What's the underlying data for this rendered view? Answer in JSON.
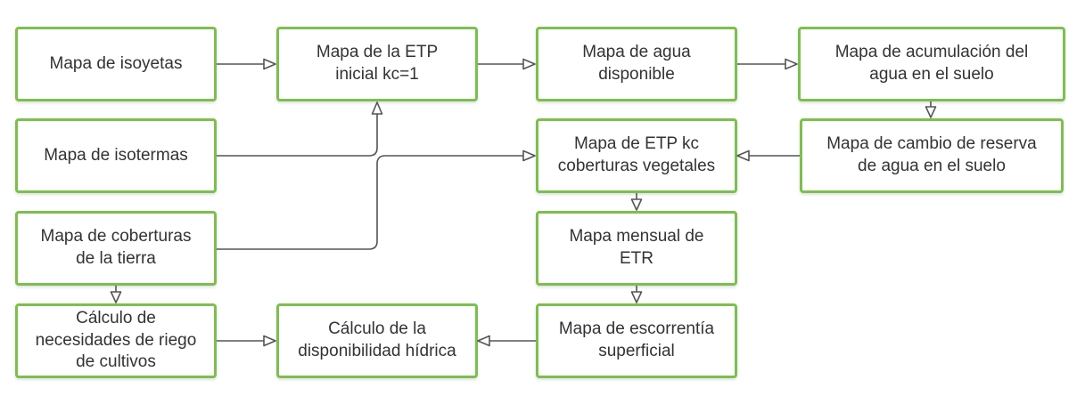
{
  "diagram": {
    "colors": {
      "box_border": "#7cbf4e",
      "connector": "#555555",
      "text": "#333333",
      "background": "#ffffff"
    },
    "nodes": {
      "isoyetas": "Mapa de isoyetas",
      "etp_inicial": "Mapa de la ETP\ninicial kc=1",
      "agua_disponible": "Mapa de agua\ndisponible",
      "acumulacion": "Mapa de acumulación del\nagua en el suelo",
      "isotermas": "Mapa de isotermas",
      "etp_kc": "Mapa de ETP kc\ncoberturas vegetales",
      "cambio_reserva": "Mapa de cambio de reserva\nde agua en el suelo",
      "coberturas": "Mapa de coberturas\nde la tierra",
      "etr": "Mapa mensual de\nETR",
      "riego": "Cálculo de\nnecesidades de riego\nde cultivos",
      "disponibilidad": "Cálculo de la\ndisponibilidad hídrica",
      "escorrentia": "Mapa de escorrentía\nsuperficial"
    },
    "edges": [
      {
        "from": "isoyetas",
        "to": "etp_inicial"
      },
      {
        "from": "etp_inicial",
        "to": "agua_disponible"
      },
      {
        "from": "agua_disponible",
        "to": "acumulacion"
      },
      {
        "from": "acumulacion",
        "to": "cambio_reserva"
      },
      {
        "from": "isotermas",
        "to": "etp_inicial"
      },
      {
        "from": "coberturas",
        "to": "etp_kc"
      },
      {
        "from": "cambio_reserva",
        "to": "etp_kc"
      },
      {
        "from": "etp_kc",
        "to": "etr"
      },
      {
        "from": "etr",
        "to": "escorrentia"
      },
      {
        "from": "escorrentia",
        "to": "disponibilidad"
      },
      {
        "from": "coberturas",
        "to": "riego"
      },
      {
        "from": "riego",
        "to": "disponibilidad"
      }
    ]
  }
}
